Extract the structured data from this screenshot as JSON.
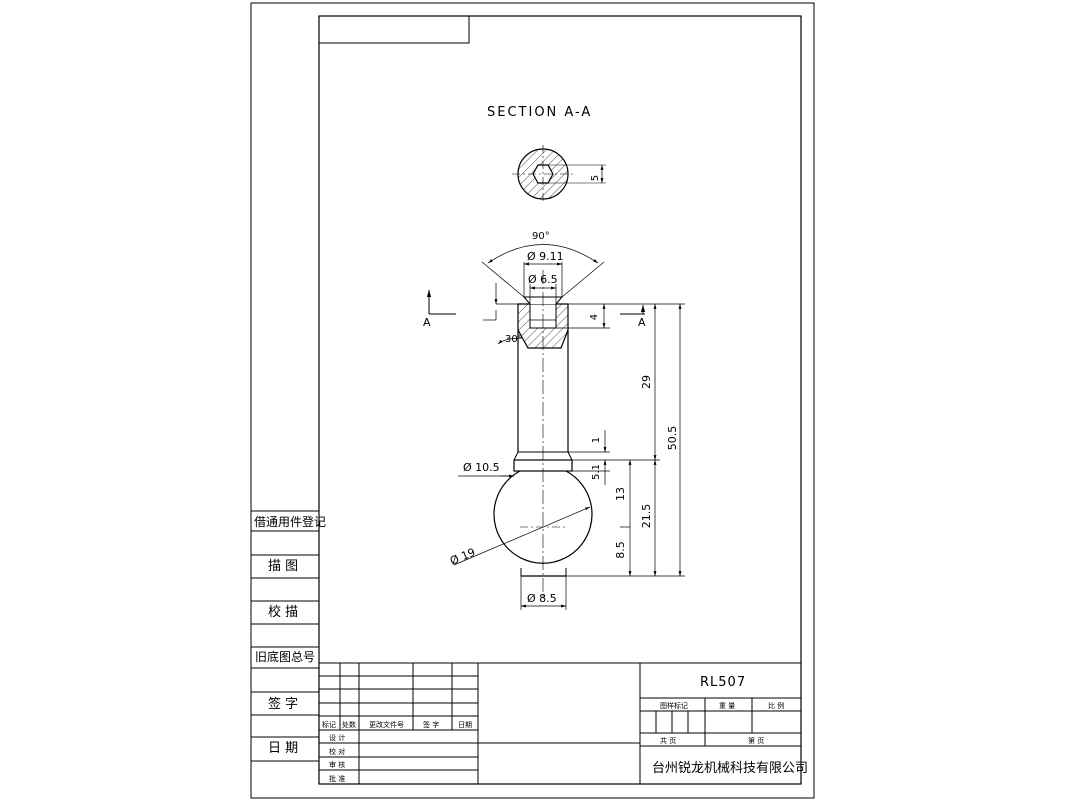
{
  "side_panel": {
    "registry": "借通用件登记",
    "drawing": "描 图",
    "tracing_check": "校 描",
    "old_drawing_no": "旧底图总号",
    "signature": "签 字",
    "date": "日 期"
  },
  "section_title": "SECTION A-A",
  "section_marker": "A",
  "dimensions": {
    "hex_width": "5",
    "angle_90": "90°",
    "dia_9_11": "Ø 9.11",
    "dia_6_5": "Ø 6.5",
    "depth_4": "4",
    "angle_30": "30°",
    "len_29": "29",
    "len_50_5": "50.5",
    "len_1": "1",
    "dia_10_5": "Ø 10.5",
    "len_5_1": "5.1",
    "len_13": "13",
    "len_21_5": "21.5",
    "dia_19": "Ø 19",
    "len_8_5": "8.5",
    "dia_8_5": "Ø 8.5"
  },
  "title_block": {
    "part_no": "RL507",
    "rev_headers": [
      "标记",
      "处数",
      "更改文件号",
      "签 字",
      "日期"
    ],
    "roles": [
      "设 计",
      "校 对",
      "审 核",
      "批 准"
    ],
    "drawing_mark": "图样标记",
    "weight": "重 量",
    "scale": "比 例",
    "total_sheets": "共 页",
    "sheet_no": "第 页",
    "company": "台州锐龙机械科技有限公司"
  }
}
